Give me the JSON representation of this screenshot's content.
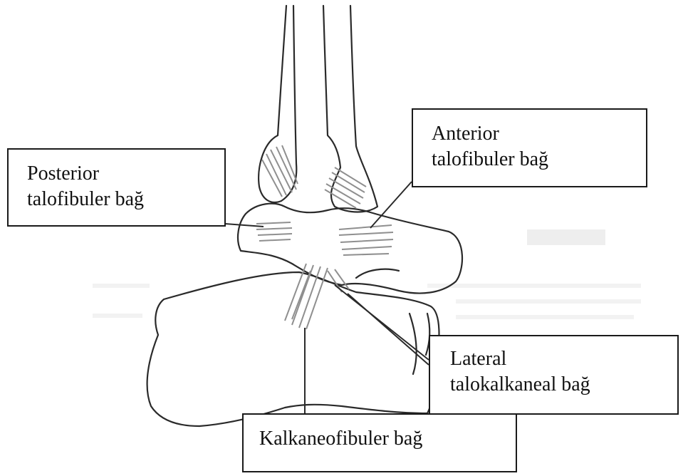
{
  "labels": {
    "anterior": [
      "Anterior",
      "talofibuler bağ"
    ],
    "posterior": [
      "Posterior",
      "talofibuler bağ"
    ],
    "lateral": [
      "Lateral",
      "talokalkaneal bağ"
    ],
    "kalkaneo": [
      "Kalkaneofibuler bağ"
    ]
  },
  "colors": {
    "line": "#2a2a2a",
    "ligament": "#8f8f8f",
    "background": "#ffffff"
  }
}
